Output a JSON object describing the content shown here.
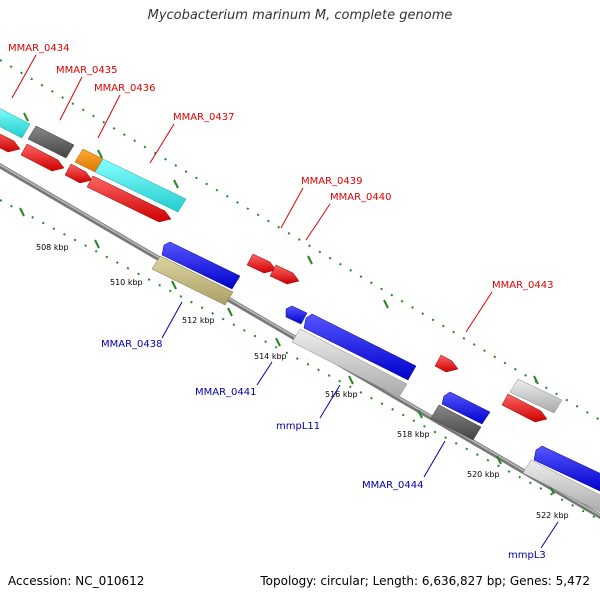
{
  "title": "Mycobacterium marinum M, complete genome",
  "footer": {
    "accession": "Accession: NC_010612",
    "topology": "Topology: circular; Length: 6,636,827 bp; Genes: 5,472"
  },
  "ticks": [
    "508 kbp",
    "510 kbp",
    "512 kbp",
    "514 kbp",
    "516 kbp",
    "518 kbp",
    "520 kbp",
    "522 kbp"
  ],
  "gene_labels": {
    "plus": [
      "MMAR_0434",
      "MMAR_0435",
      "MMAR_0436",
      "MMAR_0437",
      "MMAR_0439",
      "MMAR_0440",
      "MMAR_0443"
    ],
    "minus": [
      "MMAR_0438",
      "MMAR_0441",
      "mmpL11",
      "MMAR_0444",
      "mmpL3"
    ]
  },
  "colors": {
    "plus_label": "#dd0000",
    "minus_label": "#0000aa",
    "backbone": "#888888",
    "tick_mark": "#228822",
    "red": "#ee0000",
    "blue": "#0000ee",
    "cyan": "#33dddd",
    "dark_gray": "#555555",
    "light_gray": "#cccccc",
    "orange": "#ee8800",
    "olive": "#bbb077"
  }
}
